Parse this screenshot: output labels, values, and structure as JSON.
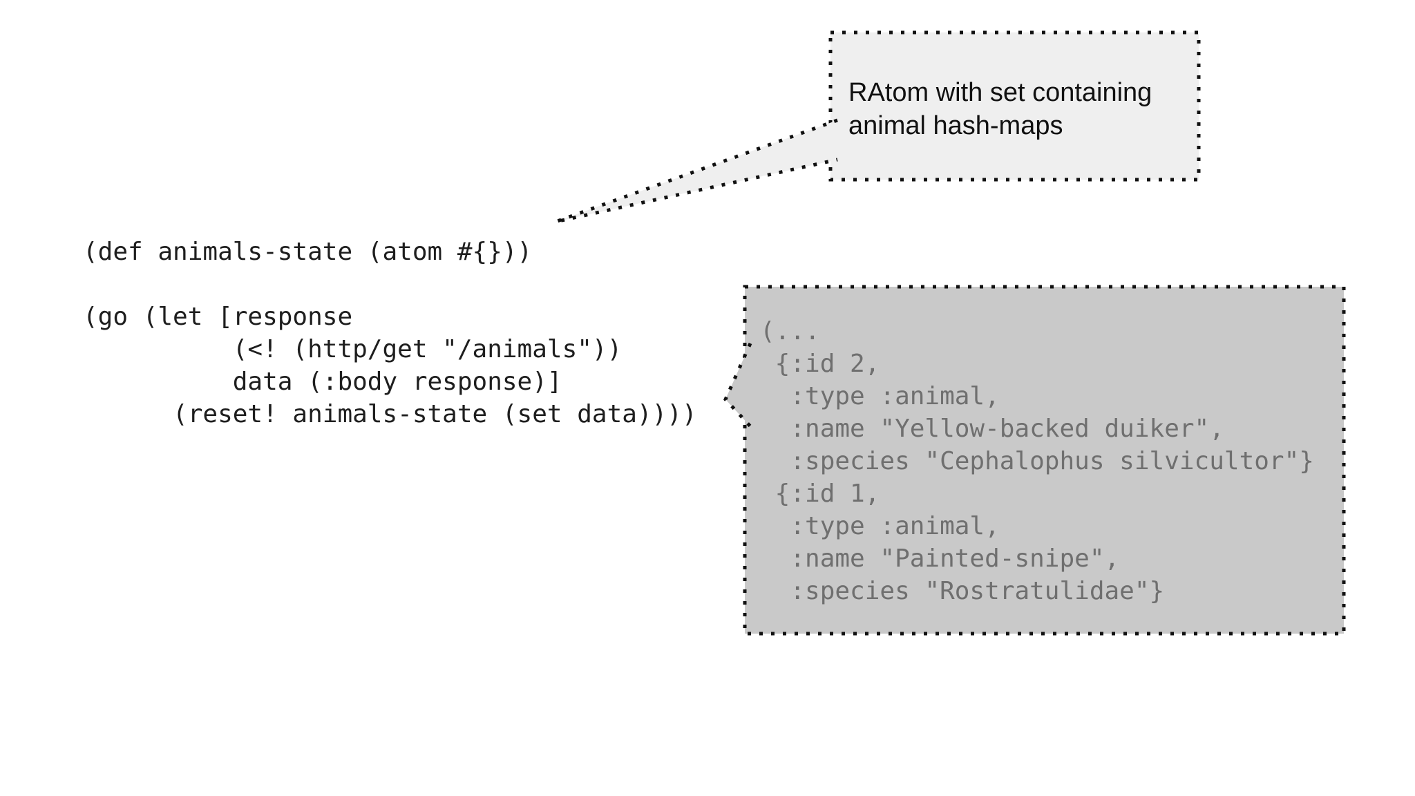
{
  "canvas": {
    "background": "#ffffff"
  },
  "code_block": {
    "lines": [
      "(def animals-state (atom #{}))",
      "",
      "(go (let [response",
      "          (<! (http/get \"/animals\"))",
      "          data (:body response)]",
      "      (reset! animals-state (set data))))"
    ],
    "text_color": "#1e1e1e"
  },
  "annotation_callout": {
    "lines": [
      "RAtom with set containing",
      "animal hash-maps"
    ],
    "fill": "#efefef",
    "border_color": "#111111",
    "text_color": "#111111"
  },
  "result_callout": {
    "lines": [
      "(...",
      " {:id 2,",
      "  :type :animal,",
      "  :name \"Yellow-backed duiker\",",
      "  :species \"Cephalophus silvicultor\"}",
      " {:id 1,",
      "  :type :animal,",
      "  :name \"Painted-snipe\",",
      "  :species \"Rostratulidae\"}"
    ],
    "fill": "#c9c9c9",
    "border_color": "#111111",
    "text_color": "#6f6f6f"
  }
}
